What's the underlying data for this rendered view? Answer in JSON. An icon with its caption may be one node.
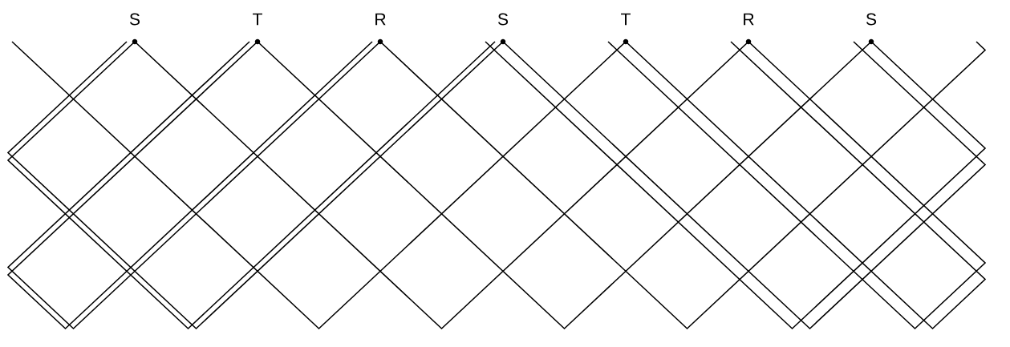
{
  "diagram": {
    "labels": [
      "S",
      "T",
      "R",
      "S",
      "T",
      "R",
      "S"
    ]
  }
}
